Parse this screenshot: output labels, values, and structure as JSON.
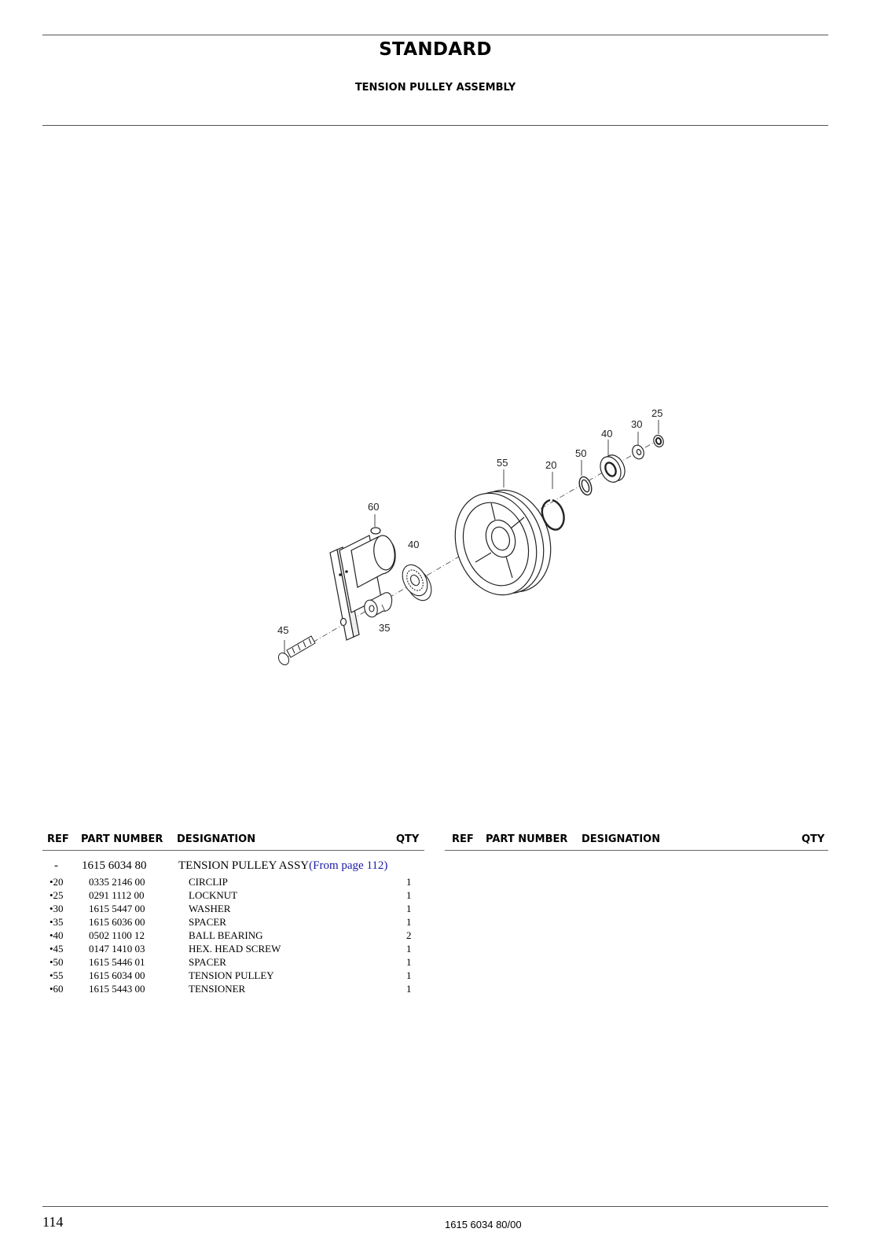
{
  "header": {
    "title": "STANDARD",
    "subtitle": "TENSION PULLEY ASSEMBLY"
  },
  "diagram": {
    "callouts": [
      "25",
      "30",
      "40",
      "50",
      "20",
      "55",
      "60",
      "40",
      "45",
      "35"
    ]
  },
  "table": {
    "columns": [
      "REF",
      "PART NUMBER",
      "DESIGNATION",
      "QTY"
    ],
    "assembly": {
      "ref": "-",
      "part_number": "1615 6034 80",
      "designation": "TENSION PULLEY ASSY",
      "link": "(From page 112)"
    },
    "rows": [
      {
        "ref": "•20",
        "part_number": "0335 2146 00",
        "designation": "CIRCLIP",
        "qty": "1"
      },
      {
        "ref": "•25",
        "part_number": "0291 1112 00",
        "designation": "LOCKNUT",
        "qty": "1"
      },
      {
        "ref": "•30",
        "part_number": "1615 5447 00",
        "designation": "WASHER",
        "qty": "1"
      },
      {
        "ref": "•35",
        "part_number": "1615 6036 00",
        "designation": "SPACER",
        "qty": "1"
      },
      {
        "ref": "•40",
        "part_number": "0502 1100 12",
        "designation": "BALL BEARING",
        "qty": "2"
      },
      {
        "ref": "•45",
        "part_number": "0147 1410 03",
        "designation": "HEX. HEAD SCREW",
        "qty": "1"
      },
      {
        "ref": "•50",
        "part_number": "1615 5446 01",
        "designation": "SPACER",
        "qty": "1"
      },
      {
        "ref": "•55",
        "part_number": "1615 6034 00",
        "designation": "TENSION PULLEY",
        "qty": "1"
      },
      {
        "ref": "•60",
        "part_number": "1615 5443 00",
        "designation": "TENSIONER",
        "qty": "1"
      }
    ]
  },
  "footer": {
    "page_number": "114",
    "doc_number": "1615 6034 80/00"
  }
}
